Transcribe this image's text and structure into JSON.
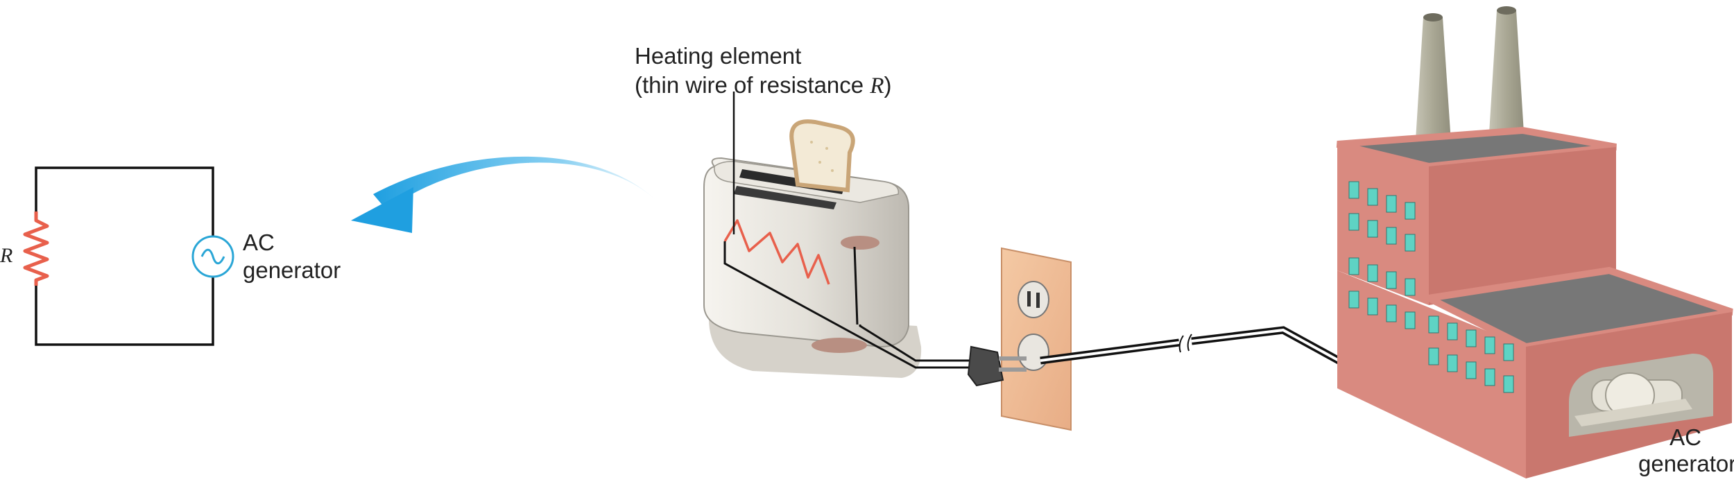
{
  "circuit": {
    "resistor_symbol": "R",
    "generator_label_line1": "AC",
    "generator_label_line2": "generator"
  },
  "toaster": {
    "callout_line1": "Heating element",
    "callout_line2_prefix": "(thin wire of resistance ",
    "callout_line2_symbol": "R",
    "callout_line2_suffix": ")"
  },
  "power_plant": {
    "generator_label_line1": "AC",
    "generator_label_line2": "generator"
  },
  "colors": {
    "resistor": "#e8604c",
    "ac_source": "#2aa6d6",
    "arrow": "#29a9e6",
    "wire": "#111111",
    "brick": "#d98a80",
    "window": "#5fd3c4"
  }
}
